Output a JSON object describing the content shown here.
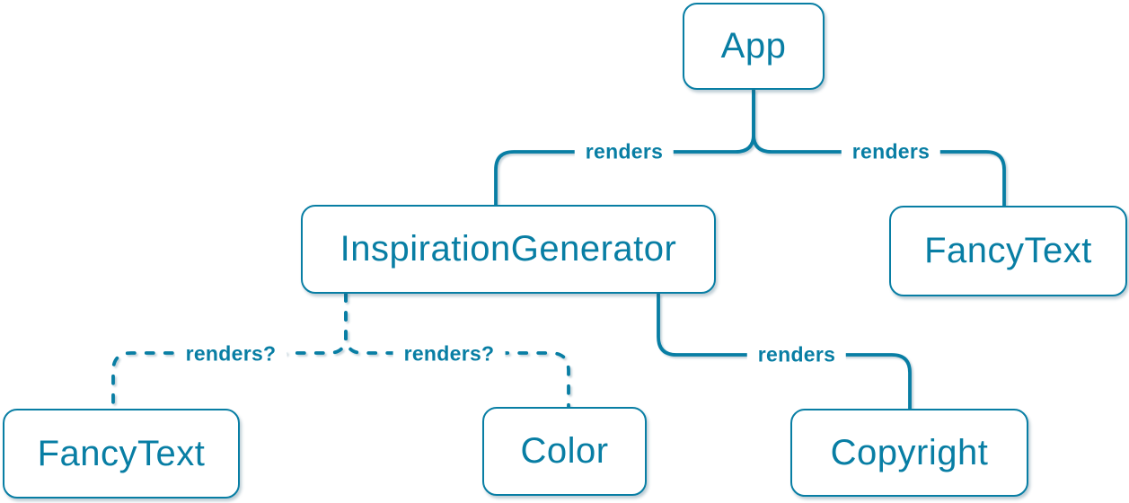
{
  "diagram": {
    "description": "React component render tree",
    "colors": {
      "accent": "#087ea4",
      "node_background": "#ffffff",
      "page_background": "#ffffff"
    },
    "nodes": [
      {
        "id": "app",
        "label": "App"
      },
      {
        "id": "inspiration-generator",
        "label": "InspirationGenerator"
      },
      {
        "id": "fancy-text-top",
        "label": "FancyText"
      },
      {
        "id": "fancy-text-bottom",
        "label": "FancyText"
      },
      {
        "id": "color",
        "label": "Color"
      },
      {
        "id": "copyright",
        "label": "Copyright"
      }
    ],
    "edges": [
      {
        "from": "App",
        "to": "InspirationGenerator",
        "label": "renders",
        "style": "solid"
      },
      {
        "from": "App",
        "to": "FancyText",
        "label": "renders",
        "style": "solid"
      },
      {
        "from": "InspirationGenerator",
        "to": "FancyText",
        "label": "renders?",
        "style": "dashed"
      },
      {
        "from": "InspirationGenerator",
        "to": "Color",
        "label": "renders?",
        "style": "dashed"
      },
      {
        "from": "InspirationGenerator",
        "to": "Copyright",
        "label": "renders",
        "style": "solid"
      }
    ]
  }
}
